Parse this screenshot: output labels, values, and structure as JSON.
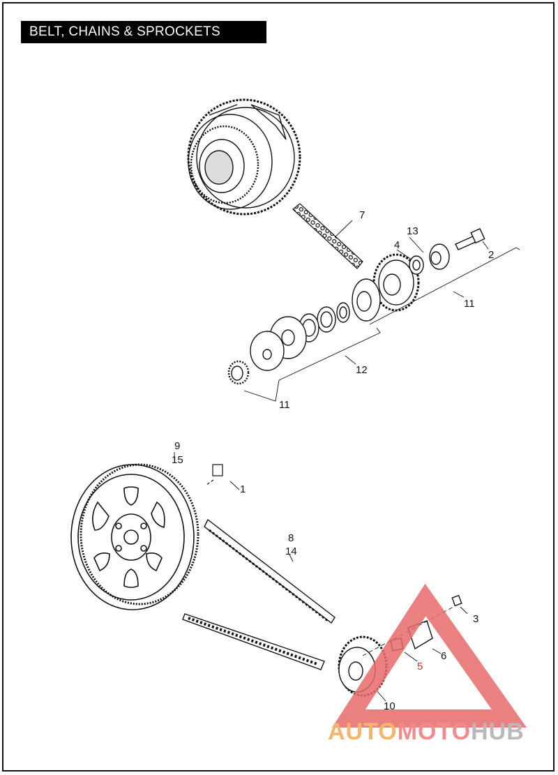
{
  "header": {
    "title": "BELT, CHAINS & SPROCKETS"
  },
  "callouts": {
    "c1": "1",
    "c2": "2",
    "c3": "3",
    "c4": "4",
    "c5": "5",
    "c6": "6",
    "c7": "7",
    "c8": "8",
    "c9": "9",
    "c10": "10",
    "c11a": "11",
    "c11b": "11",
    "c12": "12",
    "c13": "13",
    "c14": "14",
    "c15": "15"
  },
  "watermark": {
    "part1": "AUTO",
    "part2": "MOTO",
    "part3": "HUB"
  },
  "colors": {
    "ink": "#111111",
    "watermark_red": "#e86a6a",
    "watermark_orange": "#f4b66a",
    "watermark_grey": "#b9b9b9"
  }
}
